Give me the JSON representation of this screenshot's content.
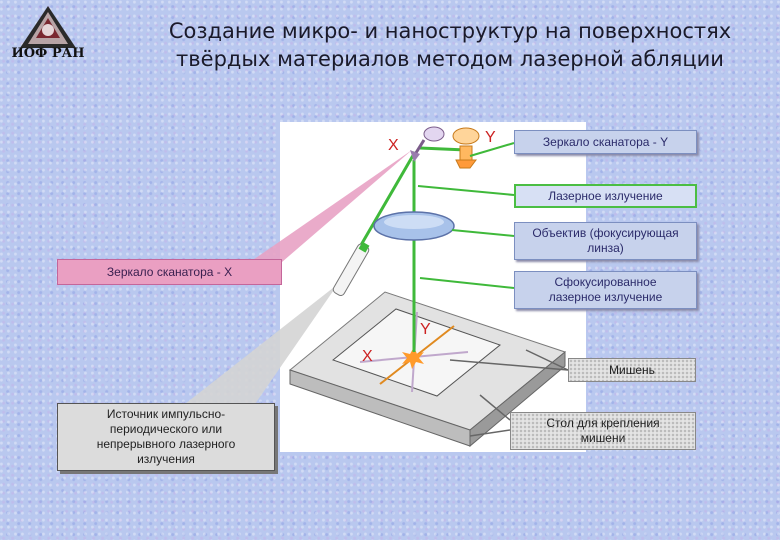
{
  "header": {
    "logo_text": "ИОФ РАН",
    "title_line1": "Создание  микро- и наноструктур на поверхностях",
    "title_line2": "твёрдых материалов методом лазерной абляции"
  },
  "diagram": {
    "axis_labels": {
      "x_top": "X",
      "y_top": "Y",
      "x_target": "X",
      "y_target": "Y"
    },
    "labels": {
      "mirror_y": "Зеркало сканатора - Y",
      "laser_beam": "Лазерное излучение",
      "objective": "Объектив (фокусирующая линза)",
      "focused_beam": "Сфокусированное лазерное излучение",
      "mirror_x": "Зеркало сканатора - X",
      "target": "Мишень",
      "stage": "Стол для крепления мишени",
      "source": "Источник импульсно-периодического или непрерывного лазерного излучения"
    },
    "colors": {
      "beam": "#3fb93a",
      "axis": "#c22222",
      "spot": "#ff9a2a"
    }
  }
}
